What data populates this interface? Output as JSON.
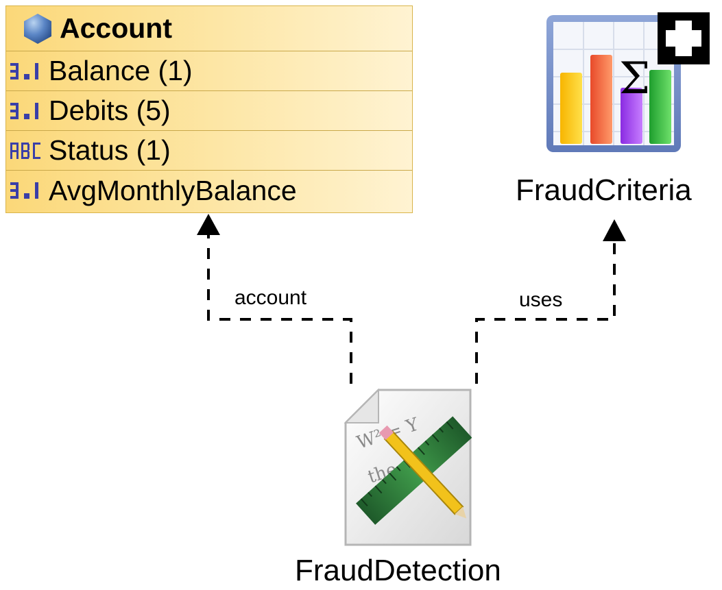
{
  "class_box": {
    "title": "Account",
    "icon": "entity-icon",
    "attributes": [
      {
        "label": "Balance (1)",
        "icon": "numeric-type-icon"
      },
      {
        "label": "Debits (5)",
        "icon": "numeric-type-icon"
      },
      {
        "label": "Status (1)",
        "icon": "text-type-icon"
      },
      {
        "label": "AvgMonthlyBalance",
        "icon": "numeric-type-icon"
      }
    ]
  },
  "nodes": {
    "fraud_criteria": {
      "label": "FraudCriteria",
      "icon": "bar-chart-sigma-icon",
      "badge_icon": "plus-icon"
    },
    "fraud_detection": {
      "label": "FraudDetection",
      "icon": "document-ruler-pencil-icon"
    }
  },
  "edges": {
    "account": {
      "label": "account"
    },
    "uses": {
      "label": "uses"
    }
  },
  "colors": {
    "class_fill": "#fde7a8",
    "class_border": "#d9b44a",
    "attr_icon": "#3a3fa8",
    "connector": "#000000"
  }
}
